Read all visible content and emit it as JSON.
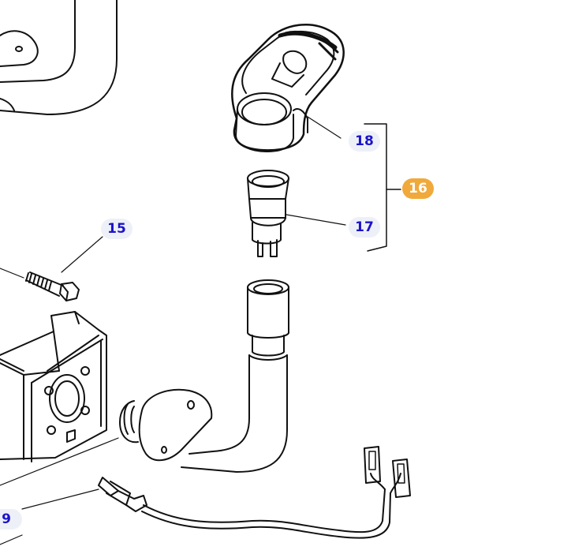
{
  "colors": {
    "label_text": "#1a14c8",
    "assembly_badge": "#f0a93a",
    "line": "#111111"
  },
  "labels": {
    "part_15": "15",
    "part_16": "16",
    "part_17": "17",
    "part_18": "18",
    "part_9": "9"
  }
}
